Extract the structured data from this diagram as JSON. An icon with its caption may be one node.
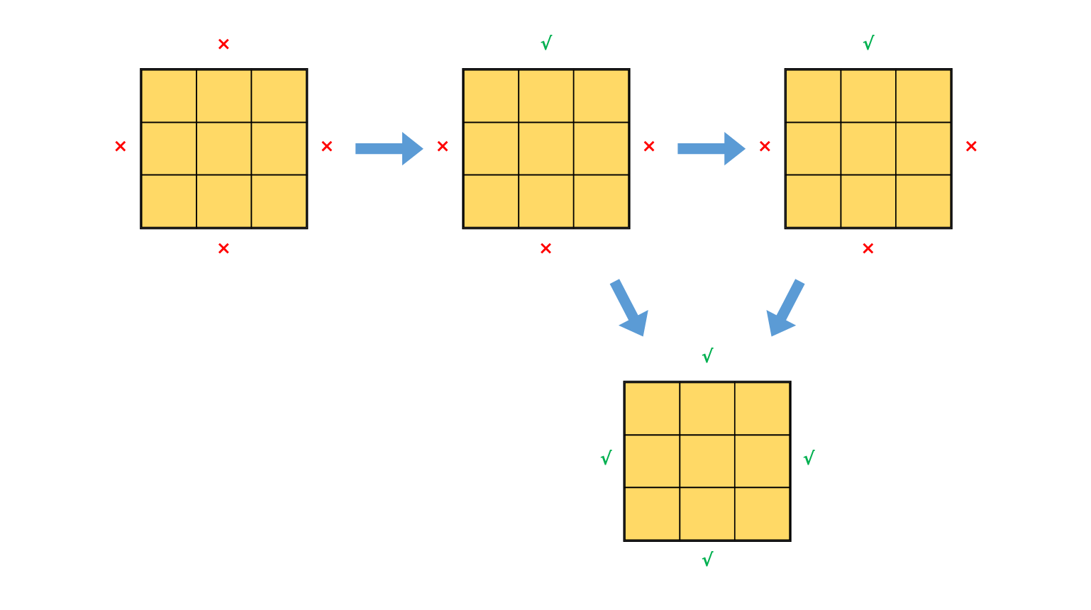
{
  "diagram": {
    "nodes": [
      {
        "text": [],
        "shape": "grid",
        "beside": [
          "×",
          "×",
          "×",
          "×"
        ]
      },
      {
        "text": [],
        "shape": "grid",
        "beside": [
          "√",
          "×",
          "×",
          "×"
        ]
      },
      {
        "text": [],
        "shape": "grid",
        "beside": [
          "√",
          "×",
          "×",
          "×"
        ]
      },
      {
        "text": [],
        "shape": "grid",
        "beside": [
          "√",
          "√",
          "√",
          "√"
        ]
      }
    ],
    "edges": [
      {
        "from": 0,
        "to": 1,
        "arrow": "to"
      },
      {
        "from": 1,
        "to": 2,
        "arrow": "to"
      },
      {
        "from": 1,
        "to": 3,
        "arrow": "to"
      },
      {
        "from": 2,
        "to": 3,
        "arrow": "to"
      }
    ]
  }
}
